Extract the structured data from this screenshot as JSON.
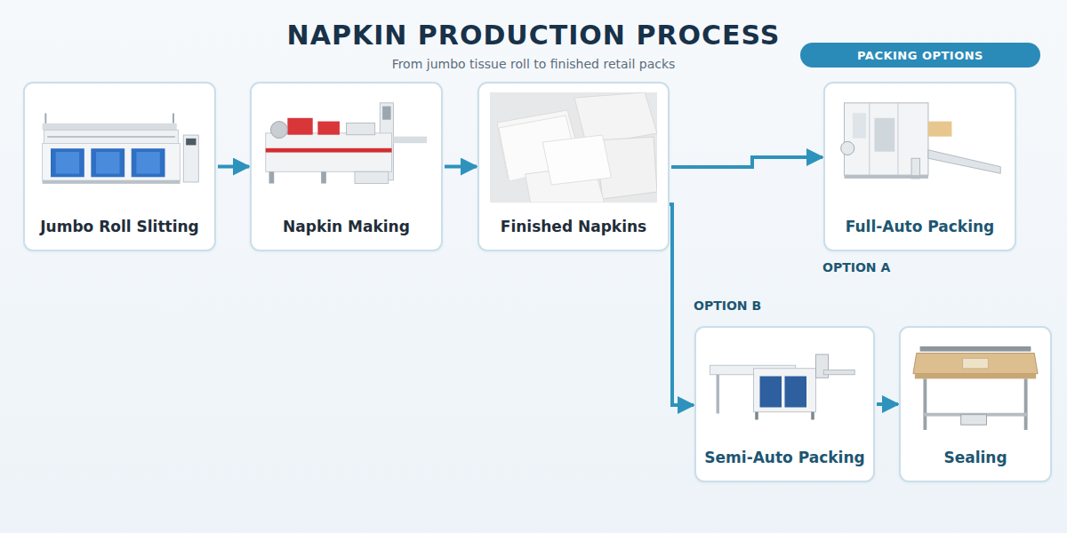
{
  "diagram": {
    "title": "NAPKIN PRODUCTION PROCESS",
    "caption": "From jumbo tissue roll to finished retail packs",
    "nodes": [
      {
        "text": [
          "Jumbo Roll Slitting"
        ]
      },
      {
        "text": [
          "Napkin Making"
        ]
      },
      {
        "text": [
          "Finished Napkins"
        ]
      },
      {
        "text": [
          "PACKING OPTIONS"
        ]
      },
      {
        "text": [
          "Full-Auto Packing"
        ]
      },
      {
        "text": [
          "Semi-Auto Packing"
        ]
      },
      {
        "text": [
          "Sealing"
        ]
      }
    ],
    "edges": [
      {
        "from": 0,
        "to": 1,
        "arrow": "to"
      },
      {
        "from": 1,
        "to": 2,
        "arrow": "to"
      },
      {
        "from": 2,
        "to": 4,
        "arrow": "to"
      },
      {
        "from": 2,
        "to": 5,
        "arrow": "to"
      },
      {
        "from": 5,
        "to": 6,
        "arrow": "to"
      }
    ],
    "labels": [
      "OPTION A",
      "OPTION B"
    ]
  }
}
